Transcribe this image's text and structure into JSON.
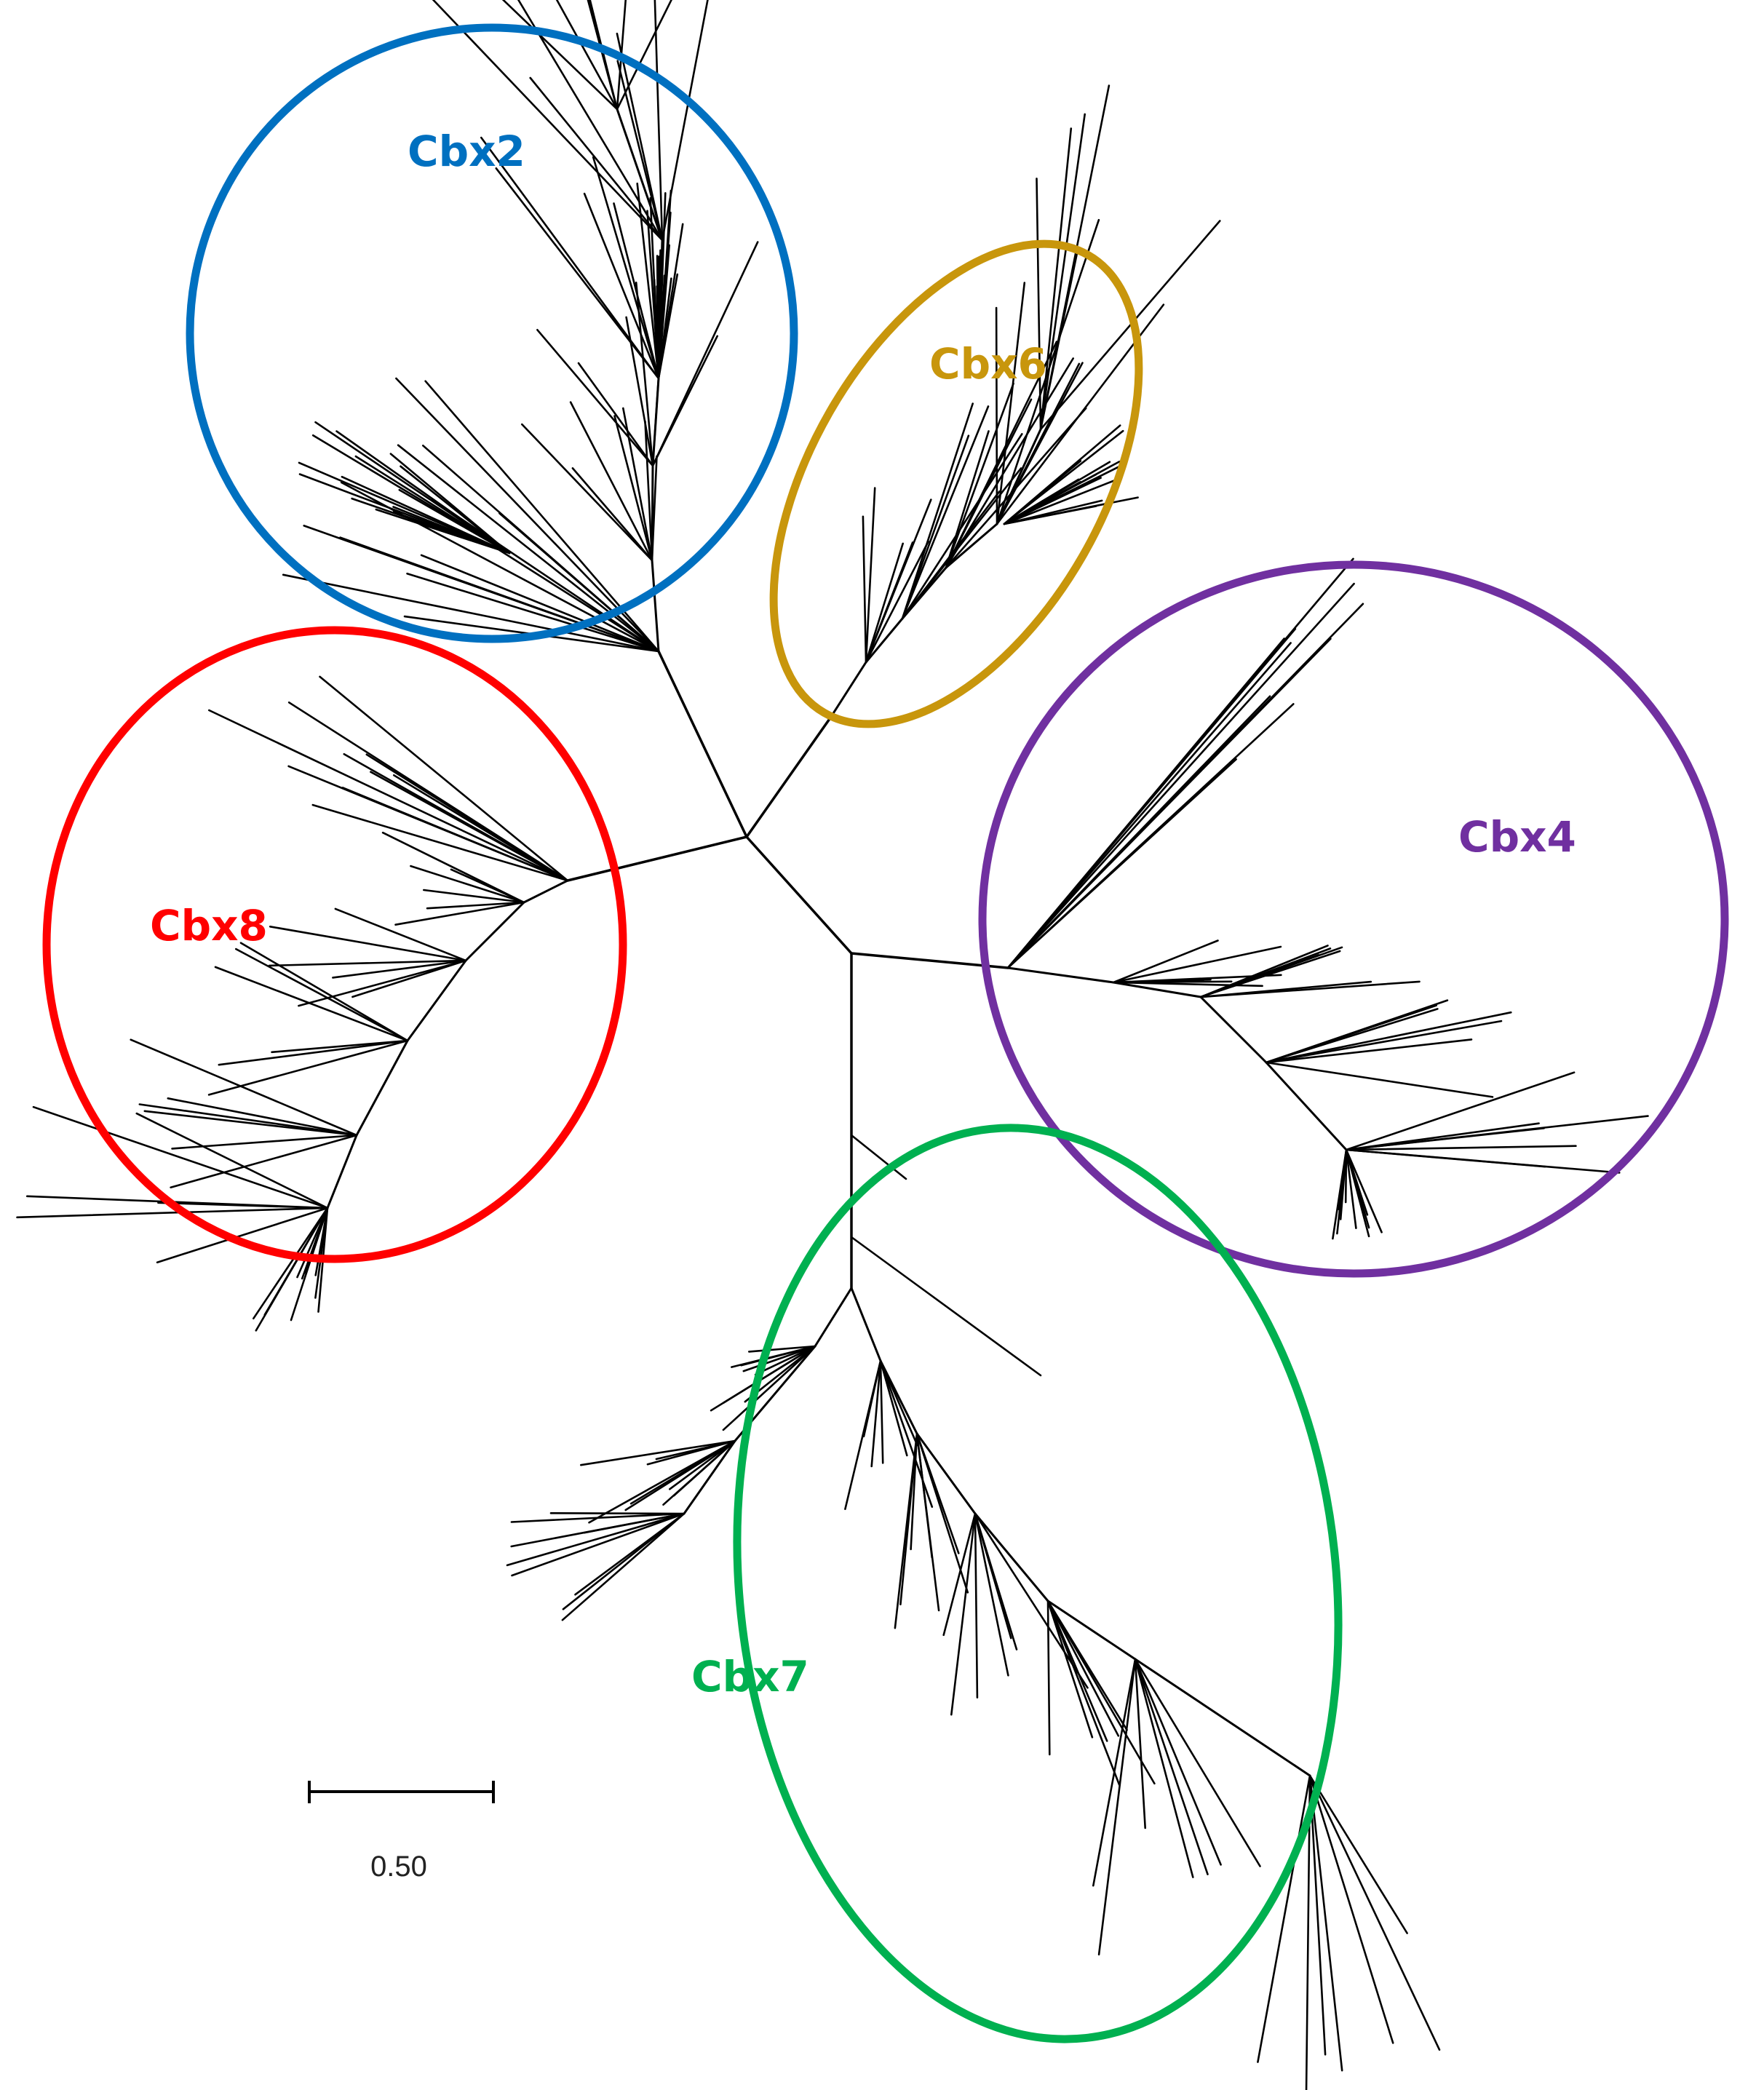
{
  "figure": {
    "clades": [
      {
        "id": "cbx2",
        "label": "Cbx2",
        "color": "#0070C0"
      },
      {
        "id": "cbx6",
        "label": "Cbx6",
        "color": "#C8960C"
      },
      {
        "id": "cbx4",
        "label": "Cbx4",
        "color": "#7030A0"
      },
      {
        "id": "cbx8",
        "label": "Cbx8",
        "color": "#FF0000"
      },
      {
        "id": "cbx7",
        "label": "Cbx7",
        "color": "#00B050"
      }
    ],
    "scale_bar": {
      "label": "0.50",
      "value": 0.5
    }
  }
}
